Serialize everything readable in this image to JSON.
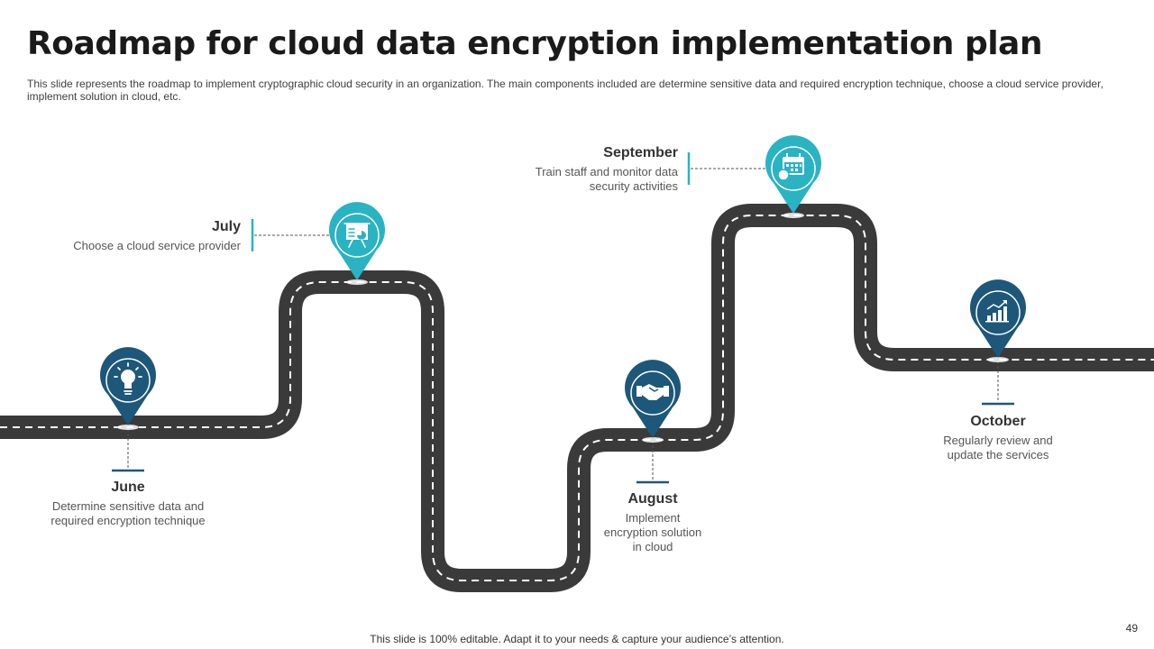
{
  "slide": {
    "title": "Roadmap for cloud data encryption implementation plan",
    "subtitle": "This slide represents the roadmap to implement cryptographic cloud security in an organization. The main components included are determine sensitive data and required encryption technique, choose a cloud service provider, implement solution in cloud, etc.",
    "footer": "This slide is 100% editable. Adapt it to your needs & capture your audience’s attention.",
    "page_number": "49"
  },
  "colors": {
    "road": "#3a3a3a",
    "road_dash": "#ffffff",
    "dark_blue": "#1d5779",
    "teal": "#2ab3c3"
  },
  "milestones": [
    {
      "month": "June",
      "description": "Determine sensitive data and required encryption technique",
      "icon": "lightbulb-icon",
      "color": "dark_blue"
    },
    {
      "month": "July",
      "description": "Choose a cloud service provider",
      "icon": "presentation-board-icon",
      "color": "teal"
    },
    {
      "month": "August",
      "description": "Implement encryption solution in cloud",
      "icon": "handshake-icon",
      "color": "dark_blue"
    },
    {
      "month": "September",
      "description": "Train staff and monitor data security activities",
      "icon": "calendar-icon",
      "color": "teal"
    },
    {
      "month": "October",
      "description": "Regularly review and update the services",
      "icon": "bar-chart-growth-icon",
      "color": "dark_blue"
    }
  ]
}
